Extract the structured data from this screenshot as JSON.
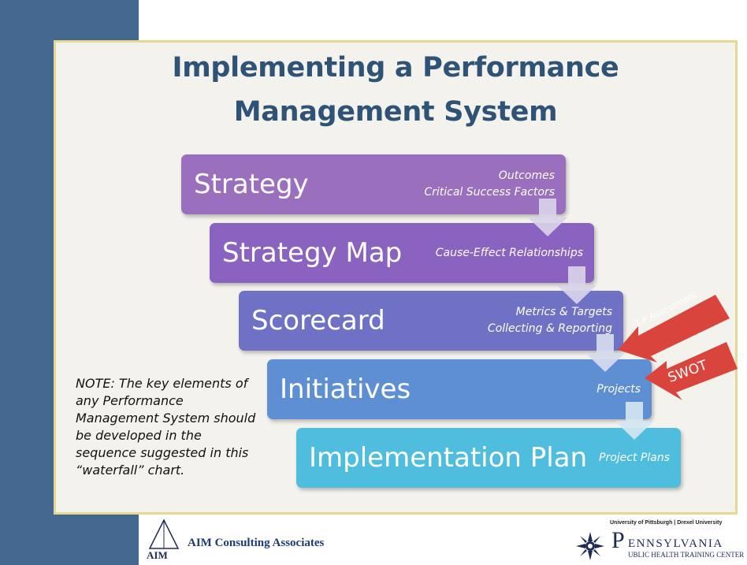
{
  "title_line1": "Implementing a Performance",
  "title_line2": "Management System",
  "steps": [
    {
      "label": "Strategy",
      "notes": [
        "Outcomes",
        "Critical Success Factors"
      ],
      "color": "#9a6fbd"
    },
    {
      "label": "Strategy Map",
      "notes": [
        "Cause-Effect Relationships"
      ],
      "color": "#8a63c0"
    },
    {
      "label": "Scorecard",
      "notes": [
        "Metrics & Targets",
        "Collecting & Reporting"
      ],
      "color": "#6f72c4"
    },
    {
      "label": "Initiatives",
      "notes": [
        "Projects"
      ],
      "color": "#5e8fd3"
    },
    {
      "label": "Implementation Plan",
      "notes": [
        "Project Plans"
      ],
      "color": "#4fbddd"
    }
  ],
  "callouts": {
    "assessment": "T-P Assessment",
    "swot": "SWOT",
    "color": "#d9453d"
  },
  "note": "NOTE:  The key elements of any Performance Management System should be developed in the sequence suggested in this “waterfall” chart.",
  "footer": {
    "aim_name": "AIM Consulting Associates",
    "aim_mark": "AIM",
    "pitt": "University of Pittsburgh | Drexel University",
    "penn_initial": "P",
    "penn_word": "ENNSYLVANIA",
    "penn_sub": "UBLIC HEALTH TRAINING CENTER"
  }
}
